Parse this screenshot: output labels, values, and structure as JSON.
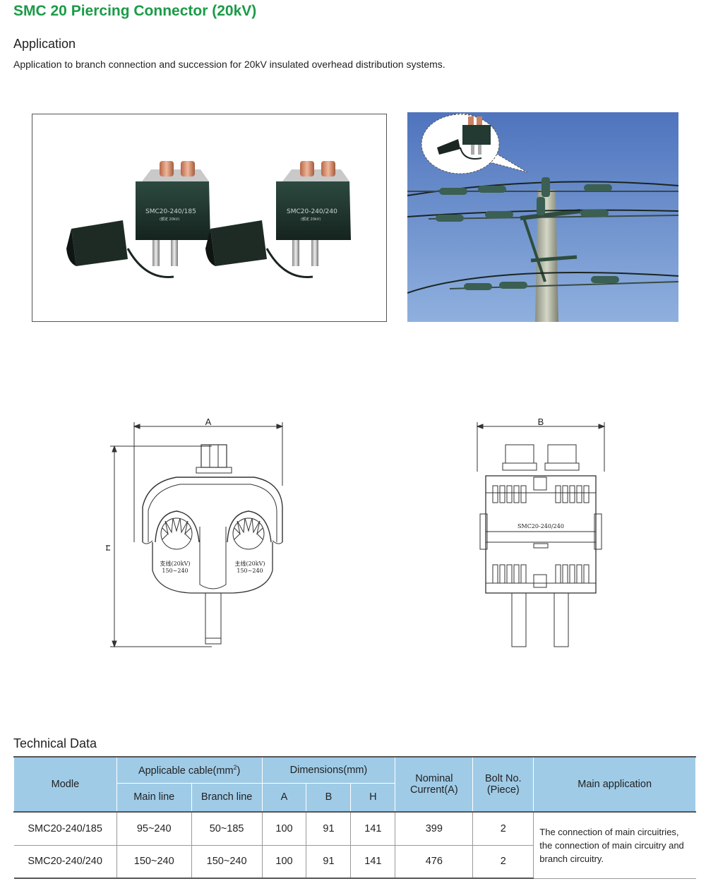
{
  "title": "SMC 20 Piercing Connector (20kV)",
  "application": {
    "heading": "Application",
    "text": "Application to branch connection and succession for 20kV insulated overhead distribution systems."
  },
  "photo": {
    "labels": [
      "SMC20-240/185",
      "SMC20-240/240"
    ],
    "sublabels": [
      "(额定 20kV)",
      "(额定 20kV)"
    ]
  },
  "drawing_front": {
    "dim_a": "A",
    "dim_h": "H",
    "left_label": "支线(20kV)",
    "left_range": "150~240",
    "right_label": "主线(20kV)",
    "right_range": "150~240"
  },
  "drawing_side": {
    "dim_b": "B",
    "model": "SMC20-240/240"
  },
  "tech": {
    "heading": "Technical Data",
    "headers": {
      "model": "Modle",
      "cable": "Applicable cable(mm",
      "cable_sup": "2",
      "cable_close": ")",
      "dimensions": "Dimensions(mm)",
      "current": "Nominal Current(A)",
      "bolt": "Bolt No. (Piece)",
      "main_app": "Main application",
      "main_line": "Main line",
      "branch_line": "Branch line",
      "a": "A",
      "b": "B",
      "h": "H"
    },
    "rows": [
      {
        "model": "SMC20-240/185",
        "main": "95~240",
        "branch": "50~185",
        "a": "100",
        "b": "91",
        "h": "141",
        "current": "399",
        "bolt": "2"
      },
      {
        "model": "SMC20-240/240",
        "main": "150~240",
        "branch": "150~240",
        "a": "100",
        "b": "91",
        "h": "141",
        "current": "476",
        "bolt": "2"
      }
    ],
    "main_application": "The connection of main circuitries, the connection of main circuitry and branch circuitry."
  },
  "colors": {
    "title": "#1a9b47",
    "table_header": "#9fcbe7",
    "sky": "#5f83c4"
  }
}
